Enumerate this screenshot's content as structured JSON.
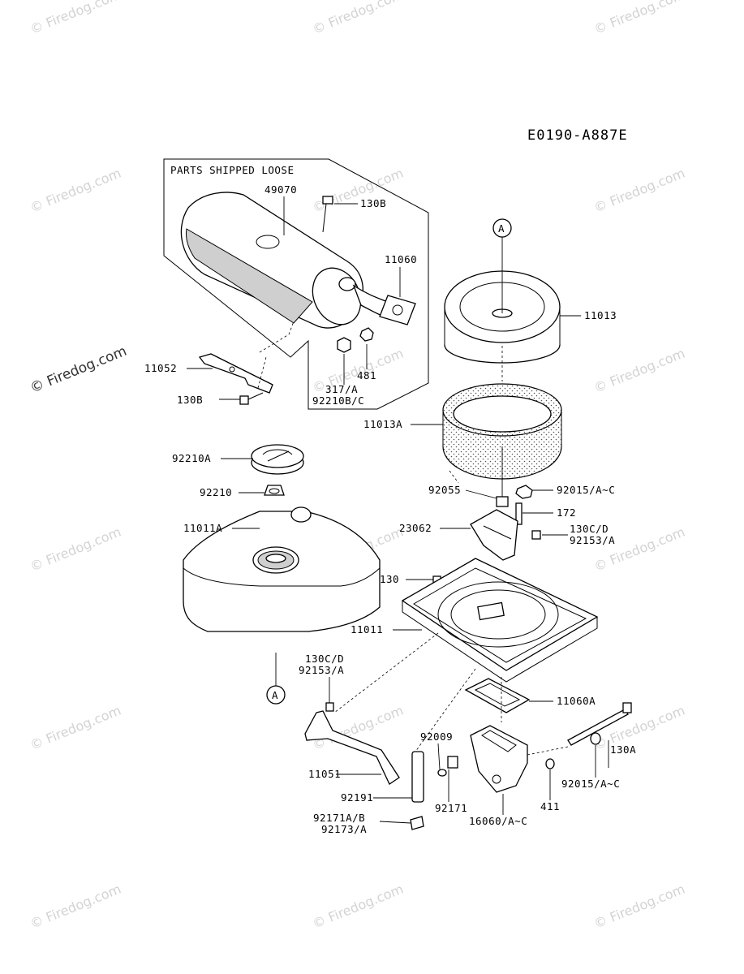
{
  "diagram": {
    "code": "E0190-A887E",
    "box_title": "PARTS SHIPPED LOOSE",
    "callouts": [
      "A",
      "A"
    ],
    "labels": [
      "49070",
      "130B",
      "11060",
      "11052",
      "130B",
      "481",
      "317/A",
      "92210B/C",
      "11013",
      "11013A",
      "92210A",
      "92210",
      "11011A",
      "92055",
      "92015/A~C",
      "172",
      "23062",
      "130C/D",
      "92153/A",
      "130",
      "11011",
      "130C/D",
      "92153/A",
      "11060A",
      "92009",
      "130A",
      "11051",
      "92191",
      "92171",
      "411",
      "92015/A~C",
      "16060/A~C",
      "92171A/B",
      "92173/A"
    ],
    "watermark": "© Firedog.com"
  }
}
